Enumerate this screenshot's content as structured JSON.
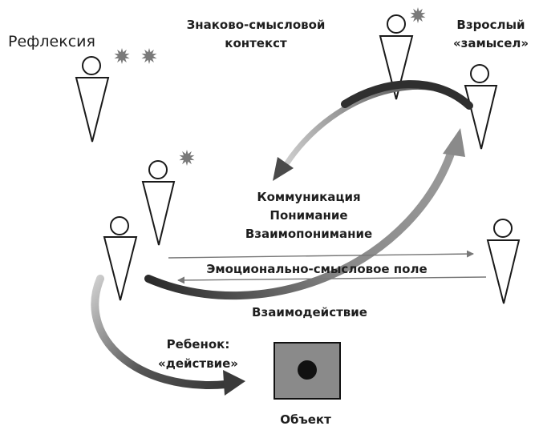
{
  "labels": {
    "reflexion": "Рефлексия",
    "sign_context_1": "Знаково-смысловой",
    "sign_context_2": "контекст",
    "adult_1": "Взрослый",
    "adult_2": "«замысел»",
    "communication": "Коммуникация",
    "understanding": "Понимание",
    "mutual_understanding": "Взаимопонимание",
    "emotional_field": "Эмоционально-смысловое поле",
    "interaction": "Взаимодействие",
    "child_1": "Ребенок:",
    "child_2": "«действие»",
    "object": "Объект"
  },
  "colors": {
    "figure_stroke": "#1a1a1a",
    "burst": "#7a7a7a",
    "arrow_dark": "#3c3c3c",
    "arrow_light": "#c4c4c4",
    "object_box": "#8a8a8a",
    "object_dot": "#111111",
    "text": "#1e1e1e"
  }
}
